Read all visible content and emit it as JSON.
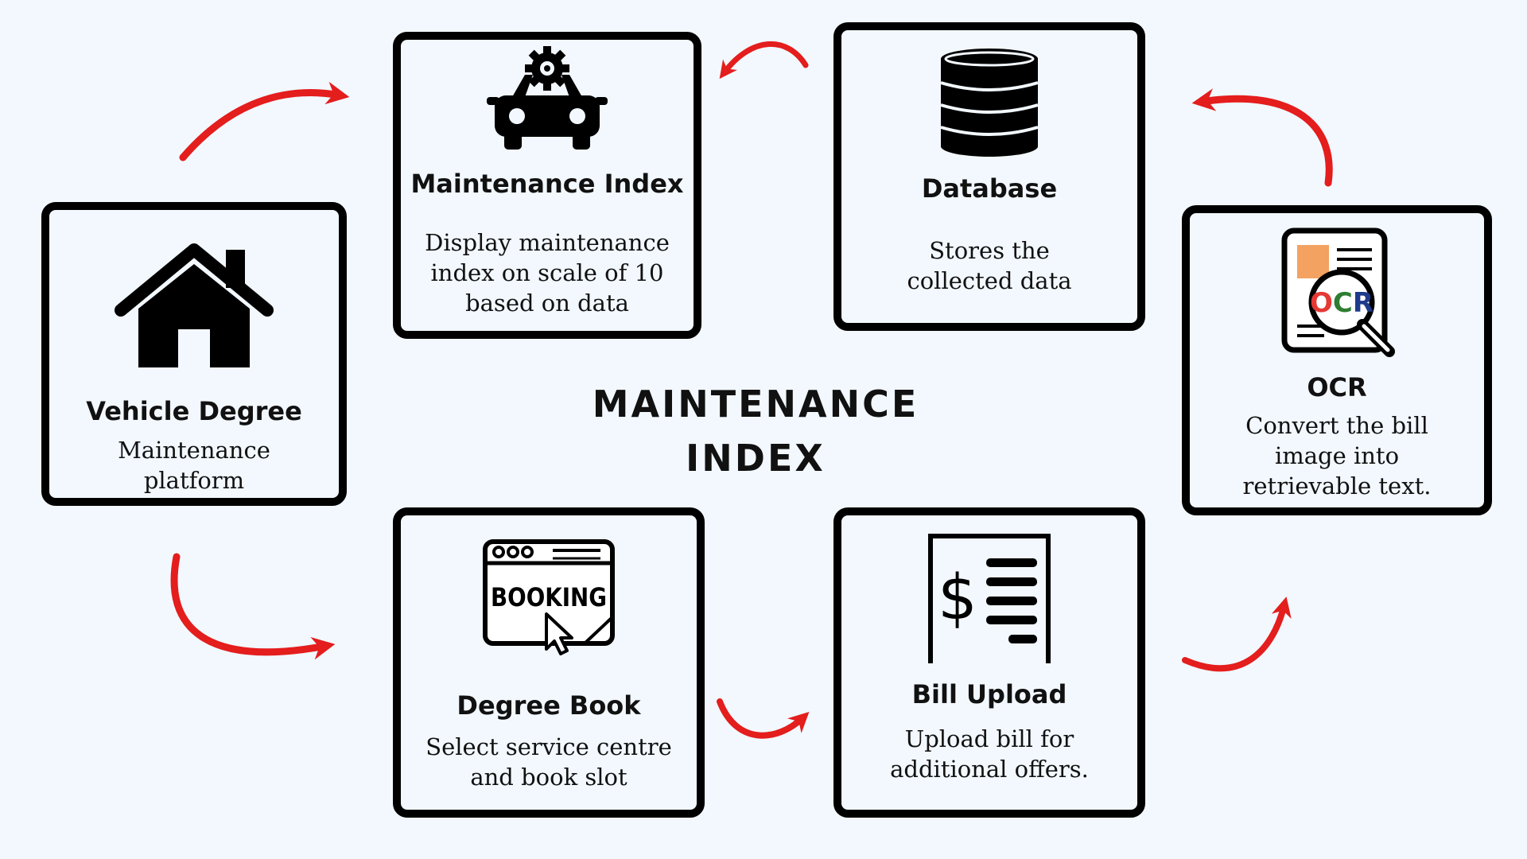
{
  "title": {
    "line1": "MAINTENANCE",
    "line2": "INDEX"
  },
  "nodes": {
    "vehicle_degree": {
      "title": "Vehicle Degree",
      "desc_lines": [
        "Maintenance",
        "platform"
      ],
      "icon": "house-icon"
    },
    "maintenance_index": {
      "title": "Maintenance Index",
      "desc_lines": [
        "Display maintenance",
        "index on scale of 10",
        "based on data"
      ],
      "icon": "car-gear-icon"
    },
    "database": {
      "title": "Database",
      "desc_lines": [
        "Stores the",
        "collected data"
      ],
      "icon": "database-icon"
    },
    "ocr": {
      "title": "OCR",
      "desc_lines": [
        "Convert the bill",
        "image into",
        "retrievable text."
      ],
      "icon": "ocr-document-icon",
      "icon_text": "OCR"
    },
    "bill_upload": {
      "title": "Bill Upload",
      "desc_lines": [
        "Upload bill for",
        "additional offers."
      ],
      "icon": "bill-dollar-icon",
      "icon_text": "$"
    },
    "degree_book": {
      "title": "Degree Book",
      "desc_lines": [
        "Select service centre",
        "and book slot"
      ],
      "icon": "booking-window-icon",
      "icon_text": "BOOKING"
    }
  },
  "flow": [
    "vehicle_degree",
    "degree_book",
    "bill_upload",
    "ocr",
    "database",
    "maintenance_index"
  ],
  "colors": {
    "background": "#f2f8fe",
    "border": "#000000",
    "arrow": "#e41d1d",
    "text": "#111111",
    "ocr_o": "#e53935",
    "ocr_c": "#2e7d32",
    "ocr_r": "#1e3a8a",
    "ocr_accent": "#f4a261"
  }
}
